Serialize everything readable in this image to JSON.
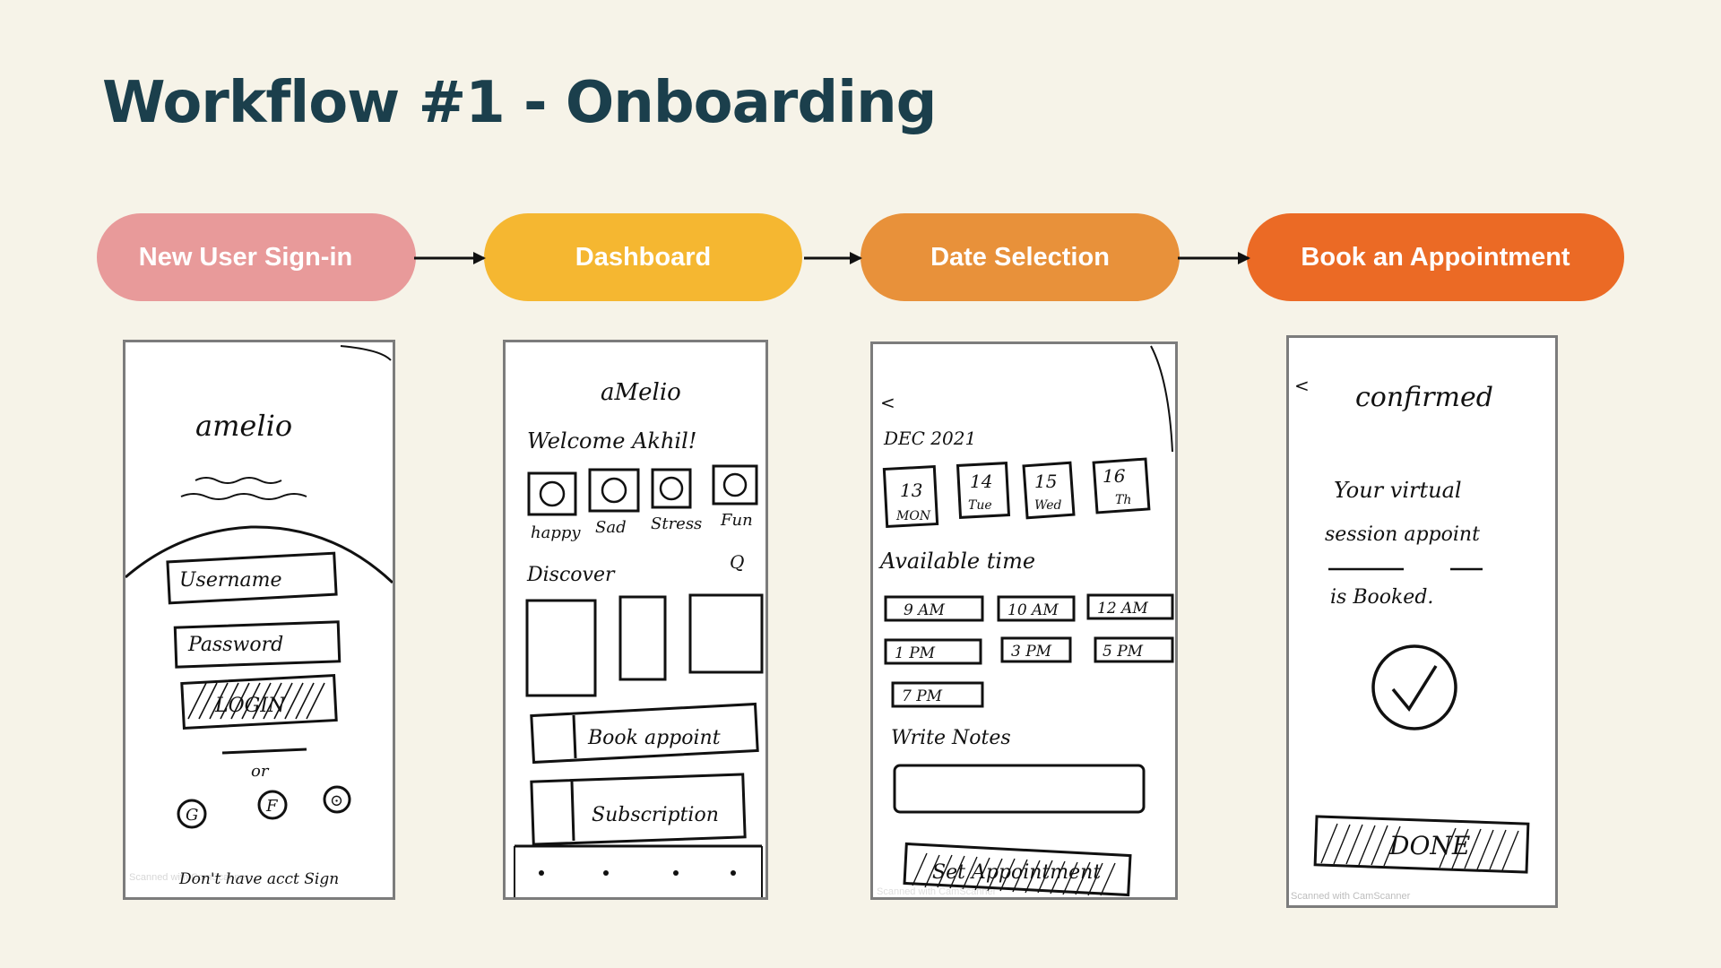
{
  "page": {
    "title": "Workflow #1 - Onboarding"
  },
  "colors": {
    "background": "#F6F3E8",
    "title": "#1B3F4C",
    "step_1": "#E89A9A",
    "step_2": "#F5B731",
    "step_3": "#E8913A",
    "step_4": "#EB6A25"
  },
  "steps": [
    {
      "label": "New User Sign-in"
    },
    {
      "label": "Dashboard"
    },
    {
      "label": "Date Selection"
    },
    {
      "label": "Book an Appointment"
    }
  ],
  "sketches": {
    "signin": {
      "app_name": "amelio",
      "username": "Username",
      "password": "Password",
      "login": "LOGIN",
      "or": "or",
      "social": [
        "G",
        "F",
        "⊙"
      ],
      "signup": "Don't have acct Sign",
      "scan_note": "Scanned with CamScanner"
    },
    "dashboard": {
      "app_name": "aMelio",
      "welcome": "Welcome Akhil!",
      "moods": [
        "happy",
        "Sad",
        "Stress",
        "Fun"
      ],
      "discover": "Discover",
      "search_glyph": "Q",
      "book": "Book appoint",
      "subscription": "Subscription"
    },
    "date": {
      "back": "<",
      "month": "DEC 2021",
      "days": [
        {
          "num": "13",
          "day": "MON"
        },
        {
          "num": "14",
          "day": "Tue"
        },
        {
          "num": "15",
          "day": "Wed"
        },
        {
          "num": "16",
          "day": "Th"
        }
      ],
      "available_label": "Available time",
      "times": [
        "9 AM",
        "10 AM",
        "12 AM",
        "1 PM",
        "3 PM",
        "5 PM",
        "7 PM"
      ],
      "notes_label": "Write Notes",
      "set_button": "Set Appointment",
      "scan_note": "Scanned with CamScanner"
    },
    "confirm": {
      "back": "<",
      "title": "confirmed",
      "msg1": "Your virtual",
      "msg2": "session appoint",
      "msg3": "is Booked.",
      "done": "DONE",
      "scan_note": "Scanned with CamScanner"
    }
  }
}
